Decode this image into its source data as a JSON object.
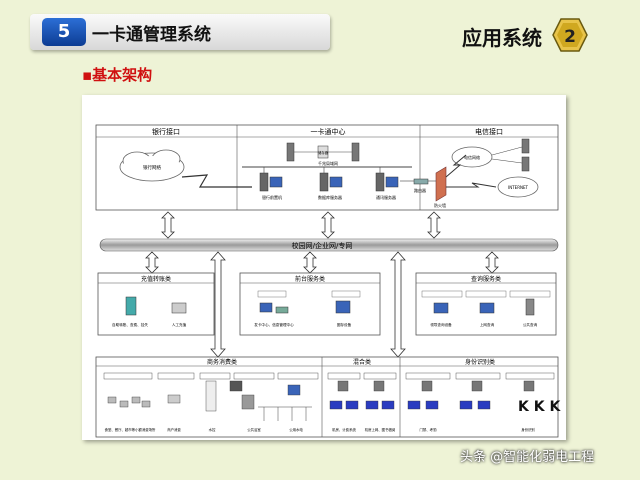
{
  "header": {
    "section_number": "5",
    "title": "一卡通管理系统"
  },
  "page": {
    "title": "应用系统",
    "page_number": "2"
  },
  "subtitle": "▪基本架构",
  "diagram": {
    "top": {
      "bank": "银行接口",
      "center": "一卡通中心",
      "telecom": "电信接口"
    },
    "bank_cloud": "银行网络",
    "telecom_cloud": "电信网络",
    "internet_cloud": "INTERNET",
    "center_net": "千兆局域网",
    "bank_frontend": "银行前置机",
    "server_a": "储存器",
    "server_b": "数据库服务器",
    "server_c": "通讯服务器",
    "firewall": "防火墙",
    "telecom_dev": "路由器",
    "backbone": "校园网/企业网/专网",
    "groups": {
      "recharge": "充值转账类",
      "frontdesk": "前台服务类",
      "query": "查询服务类",
      "commerce": "商务消费类",
      "mixed": "混合类",
      "identity": "身份识别类"
    },
    "recharge_captions": [
      "自助转账、查费、挂失",
      "人工充值"
    ],
    "frontdesk_captions": [
      "发卡中心、信息管理中心",
      "圈存设备"
    ],
    "query_captions": [
      "领导查询设备",
      "上网查询",
      "公共查询"
    ],
    "commerce_captions": [
      "食堂、餐厅、超市等小额消费场所",
      "商户消费",
      "水控",
      "公共浴室",
      "公用水电"
    ],
    "mixed_captions": [
      "机房、计费系统",
      "机房上网、图书借阅"
    ],
    "identity_captions": [
      "门禁、考勤",
      "身份识别"
    ],
    "footer": "头条 @智能化弱电工程"
  }
}
